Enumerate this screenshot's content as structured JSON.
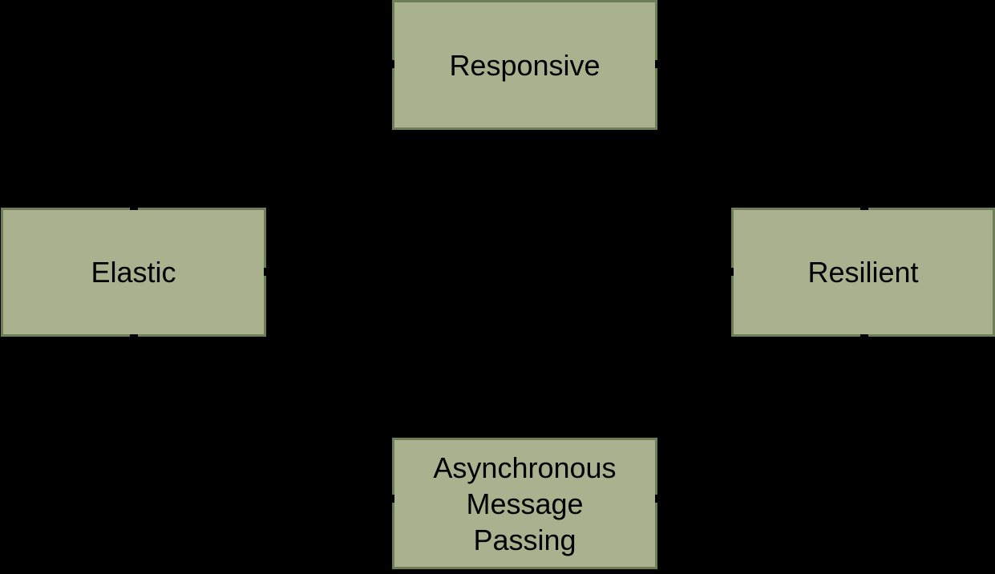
{
  "diagram": {
    "type": "block-diagram",
    "colors": {
      "background": "#000000",
      "node_fill": "#a9b18e",
      "node_border": "#6e7e57",
      "node_text": "#000000"
    },
    "nodes": [
      {
        "id": "responsive",
        "label": "Responsive",
        "position": "top-center"
      },
      {
        "id": "elastic",
        "label": "Elastic",
        "position": "middle-left"
      },
      {
        "id": "resilient",
        "label": "Resilient",
        "position": "middle-right"
      },
      {
        "id": "asynchronous-message-passing",
        "label": "Asynchronous\nMessage\nPassing",
        "position": "bottom-center"
      }
    ]
  }
}
